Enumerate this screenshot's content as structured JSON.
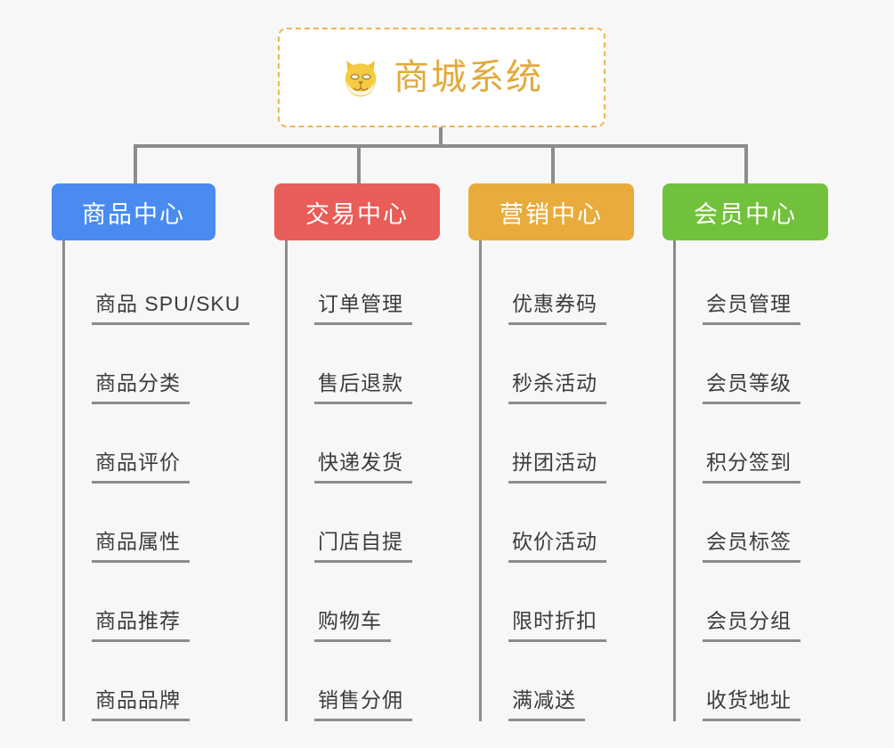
{
  "page": {
    "background_color": "#f7f7f7",
    "line_color": "#8c8c8c",
    "text_color": "#3c3c3c"
  },
  "root": {
    "title": "商城系统",
    "icon": "shiba-dog-icon",
    "title_color": "#e3a93a",
    "border_color": "#efb552",
    "background_color": "#ffffff"
  },
  "categories": [
    {
      "label": "商品中心",
      "color": "#4a8bf0",
      "items": [
        "商品 SPU/SKU",
        "商品分类",
        "商品评价",
        "商品属性",
        "商品推荐",
        "商品品牌"
      ]
    },
    {
      "label": "交易中心",
      "color": "#e85d58",
      "items": [
        "订单管理",
        "售后退款",
        "快递发货",
        "门店自提",
        "购物车",
        "销售分佣"
      ]
    },
    {
      "label": "营销中心",
      "color": "#e9ab3c",
      "items": [
        "优惠券码",
        "秒杀活动",
        "拼团活动",
        "砍价活动",
        "限时折扣",
        "满减送"
      ]
    },
    {
      "label": "会员中心",
      "color": "#72c13c",
      "items": [
        "会员管理",
        "会员等级",
        "积分签到",
        "会员标签",
        "会员分组",
        "收货地址"
      ]
    }
  ]
}
